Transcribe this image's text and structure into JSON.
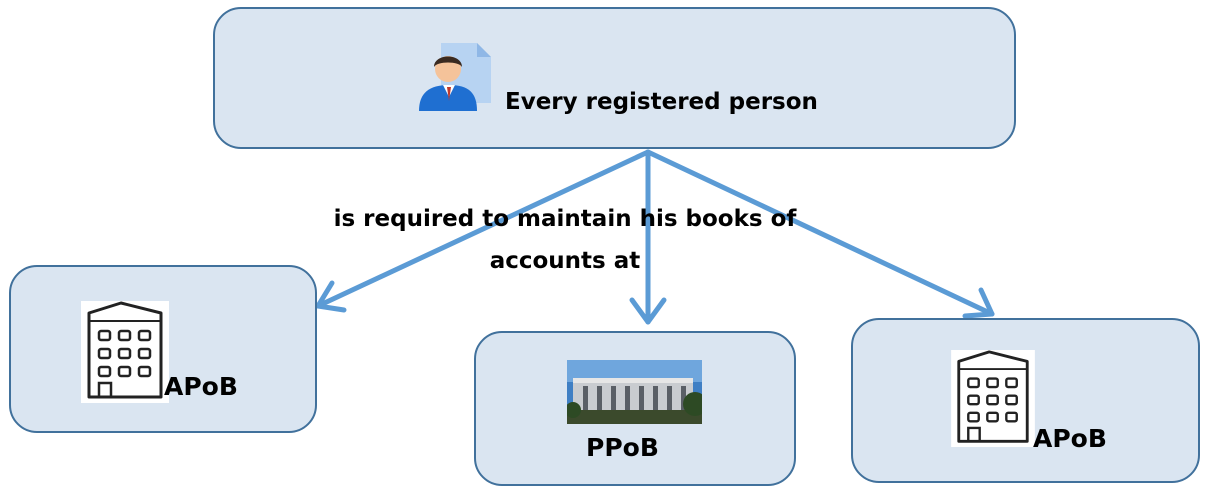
{
  "top": {
    "label": "Every registered person",
    "icon": "person-document-icon"
  },
  "connector": {
    "label_line1": "is required to maintain his books of",
    "label_line2": "accounts at"
  },
  "boxes": [
    {
      "label": "APoB",
      "icon": "office-building-icon"
    },
    {
      "label": "PPoB",
      "icon": "building-photo-icon"
    },
    {
      "label": "APoB",
      "icon": "office-building-icon"
    }
  ],
  "colors": {
    "box_fill": "#dae5f1",
    "box_border": "#41719c",
    "arrow": "#5b9bd5"
  }
}
